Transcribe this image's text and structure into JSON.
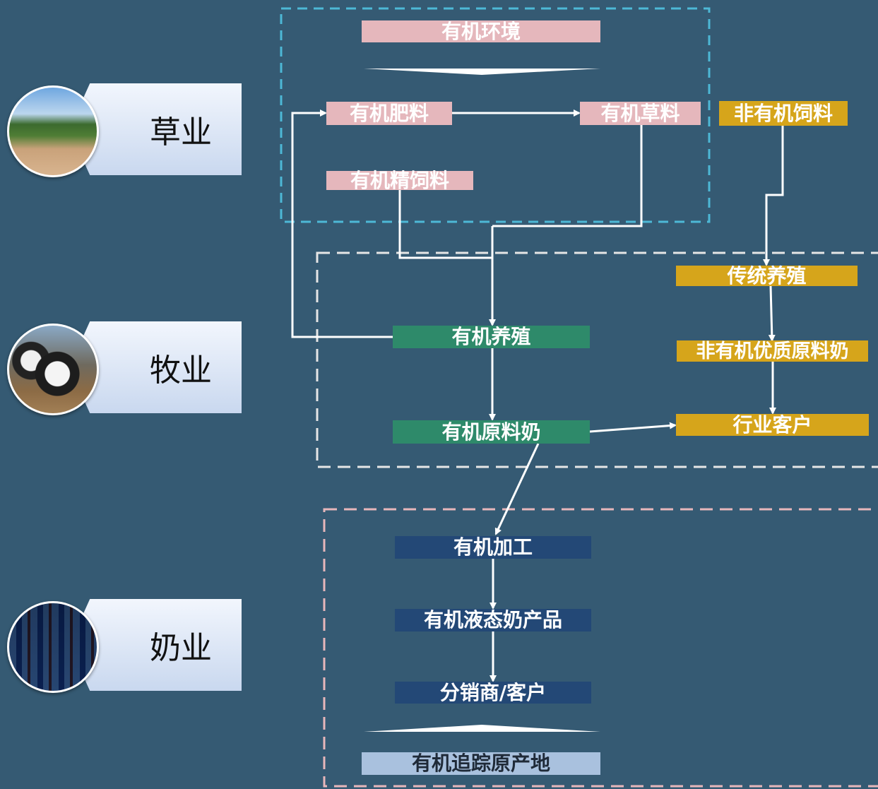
{
  "sectors": {
    "grass": {
      "label": "草业",
      "photo_icon": "grassland-photo"
    },
    "livestock": {
      "label": "牧业",
      "photo_icon": "cow-photo"
    },
    "dairy": {
      "label": "奶业",
      "photo_icon": "dairy-shelf-photo"
    }
  },
  "nodes": {
    "organic_environment": "有机环境",
    "organic_fertilizer": "有机肥料",
    "organic_forage": "有机草料",
    "nonorganic_feed": "非有机饲料",
    "organic_concentrate": "有机精饲料",
    "traditional_breeding": "传统养殖",
    "nonorganic_quality_milk": "非有机优质原料奶",
    "organic_breeding": "有机养殖",
    "organic_raw_milk": "有机原料奶",
    "industry_customers": "行业客户",
    "organic_processing": "有机加工",
    "organic_liquid_milk": "有机液态奶产品",
    "distributors": "分销商/客户",
    "organic_traceability": "有机追踪原产地"
  },
  "colors": {
    "background": "#355a73",
    "pink": "#e5b7bc",
    "gold": "#d6a51b",
    "green": "#2e8a6a",
    "navy": "#234876",
    "light_blue": "#a9c1de",
    "frame_cyan": "#4db8d6",
    "frame_white": "#e6e6e6",
    "frame_pink": "#e7b7bb"
  }
}
